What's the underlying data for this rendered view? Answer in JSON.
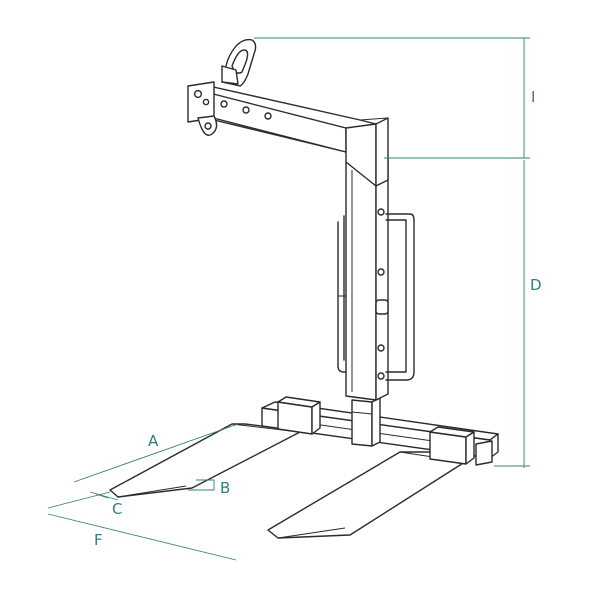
{
  "diagram": {
    "dimension_color": "#2f7f7a",
    "line_color": "#2b2b2b",
    "labels": {
      "A": "A",
      "B": "B",
      "C": "C",
      "D": "D",
      "F": "F",
      "I": "I"
    }
  }
}
